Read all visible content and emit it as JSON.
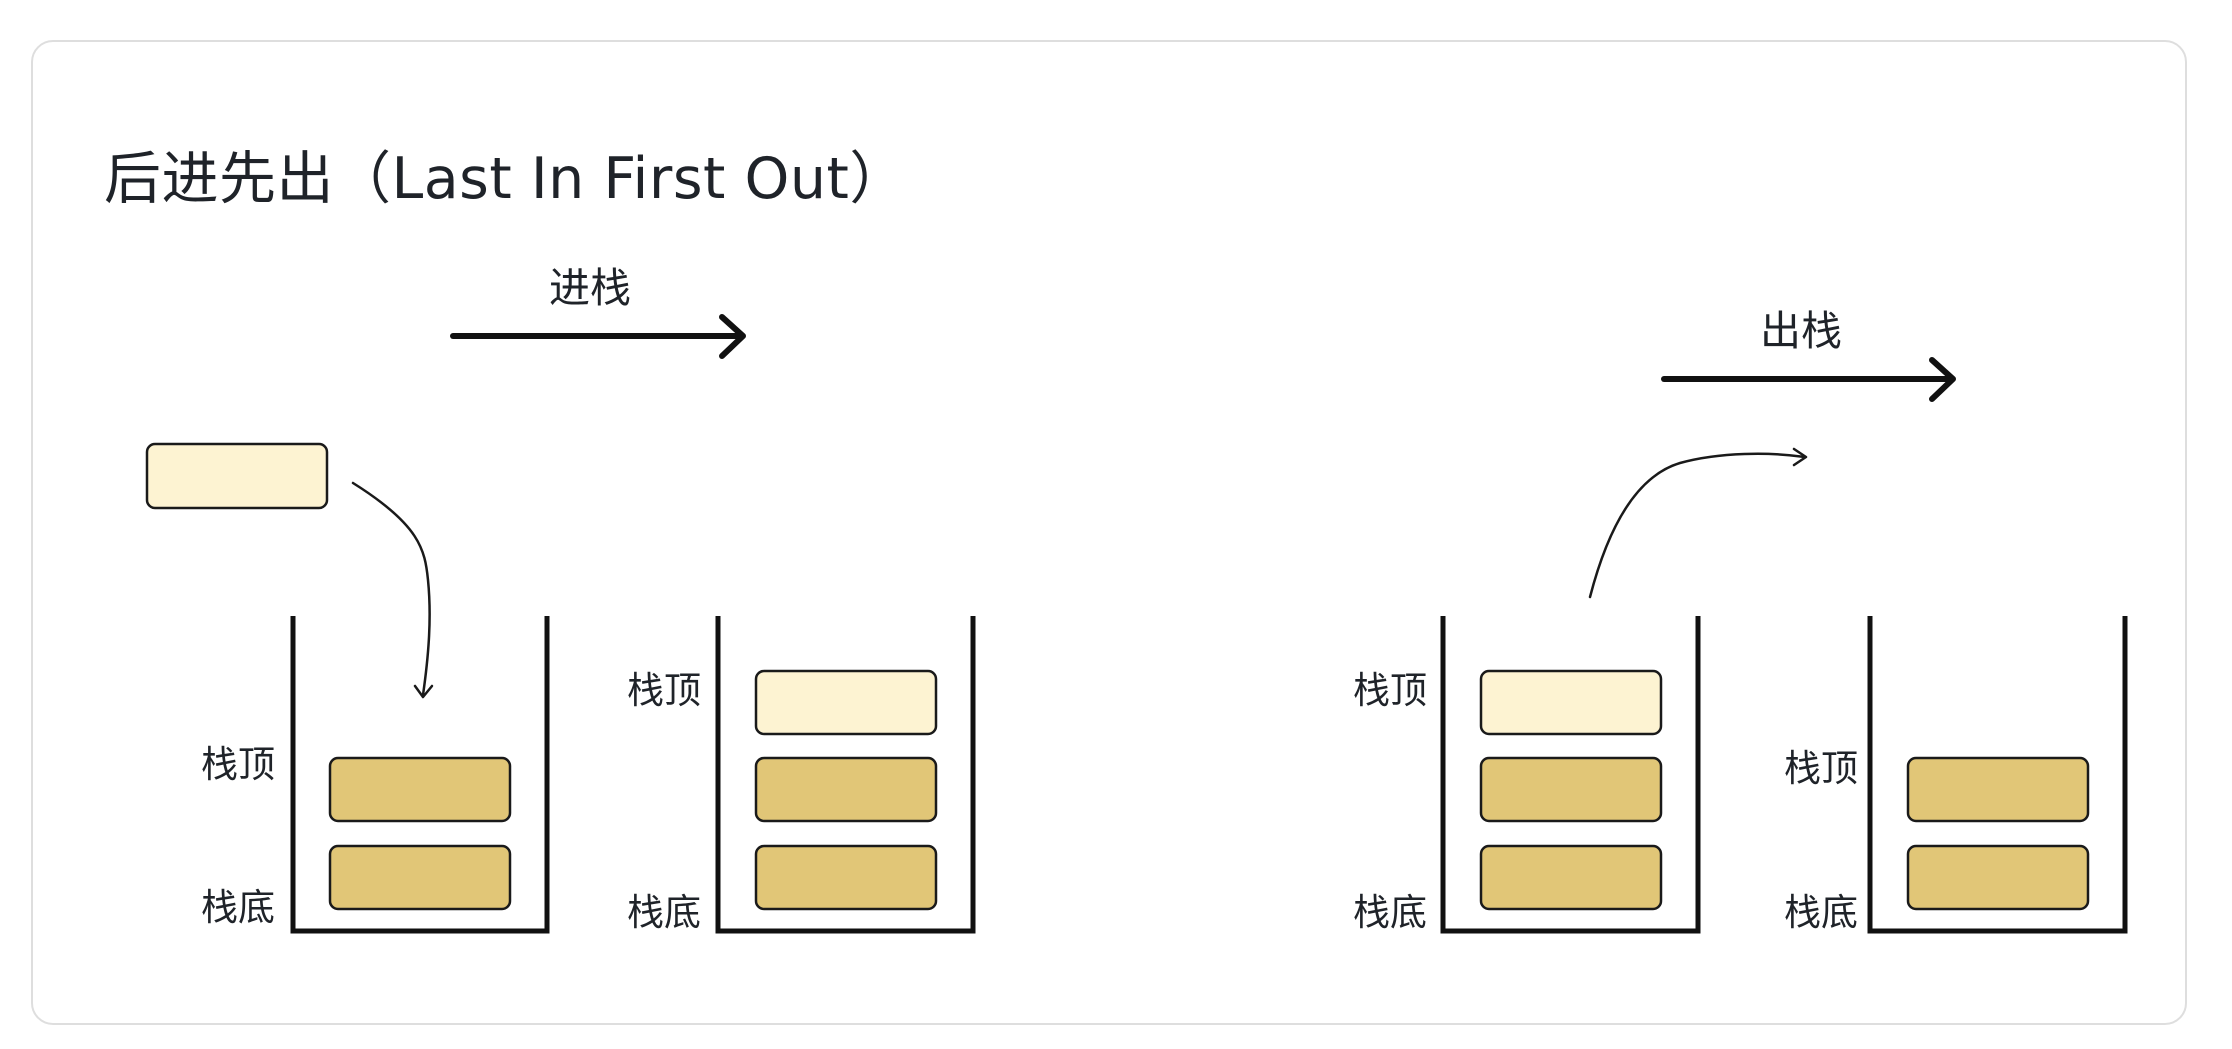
{
  "title": "后进先出（Last In First Out）",
  "operations": {
    "push": "进栈",
    "pop": "出栈"
  },
  "labels": {
    "top": "栈顶",
    "bottom": "栈底"
  },
  "colors": {
    "element_new": "#fdf3d2",
    "element_old": "#e1c677",
    "outline": "#1a1a1a",
    "card_border": "#dedede"
  }
}
